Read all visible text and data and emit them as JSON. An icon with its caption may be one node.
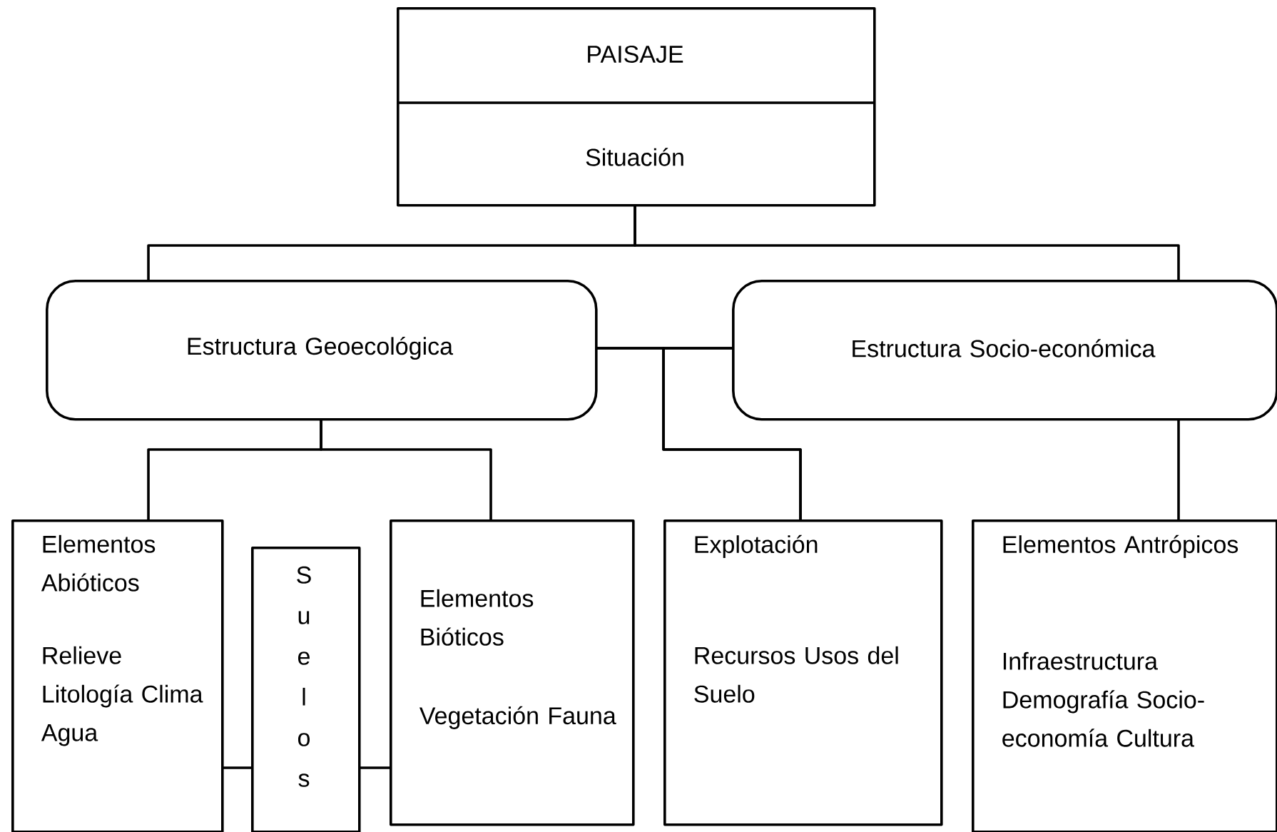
{
  "diagram": {
    "nodes": [
      {
        "text": [
          "PAISAJE",
          "Situación"
        ]
      },
      {
        "text": [
          "Estructura Geoecológica"
        ]
      },
      {
        "text": [
          "Estructura Socio-económica"
        ]
      },
      {
        "text": [
          "Elementos Abióticos",
          "Relieve Litología Clima Agua"
        ]
      },
      {
        "text": [
          "Suelos"
        ]
      },
      {
        "text": [
          "Elementos Bióticos",
          "Vegetación Fauna"
        ]
      },
      {
        "text": [
          "Explotación",
          "Recursos Usos del Suelo"
        ]
      },
      {
        "text": [
          "Elementos Antrópicos",
          "Infraestructura Demografía Socio-economía Cultura"
        ]
      }
    ],
    "edges": [
      {
        "from": 0,
        "to": 1,
        "arrow": "none"
      },
      {
        "from": 0,
        "to": 2,
        "arrow": "none"
      },
      {
        "from": 1,
        "to": 2,
        "arrow": "none"
      },
      {
        "from": 1,
        "to": 3,
        "arrow": "none"
      },
      {
        "from": 1,
        "to": 5,
        "arrow": "none"
      },
      {
        "from": 1,
        "to": 6,
        "arrow": "none"
      },
      {
        "from": 2,
        "to": 6,
        "arrow": "none"
      },
      {
        "from": 2,
        "to": 7,
        "arrow": "none"
      },
      {
        "from": 3,
        "to": 4,
        "arrow": "none"
      },
      {
        "from": 4,
        "to": 5,
        "arrow": "none"
      }
    ]
  }
}
